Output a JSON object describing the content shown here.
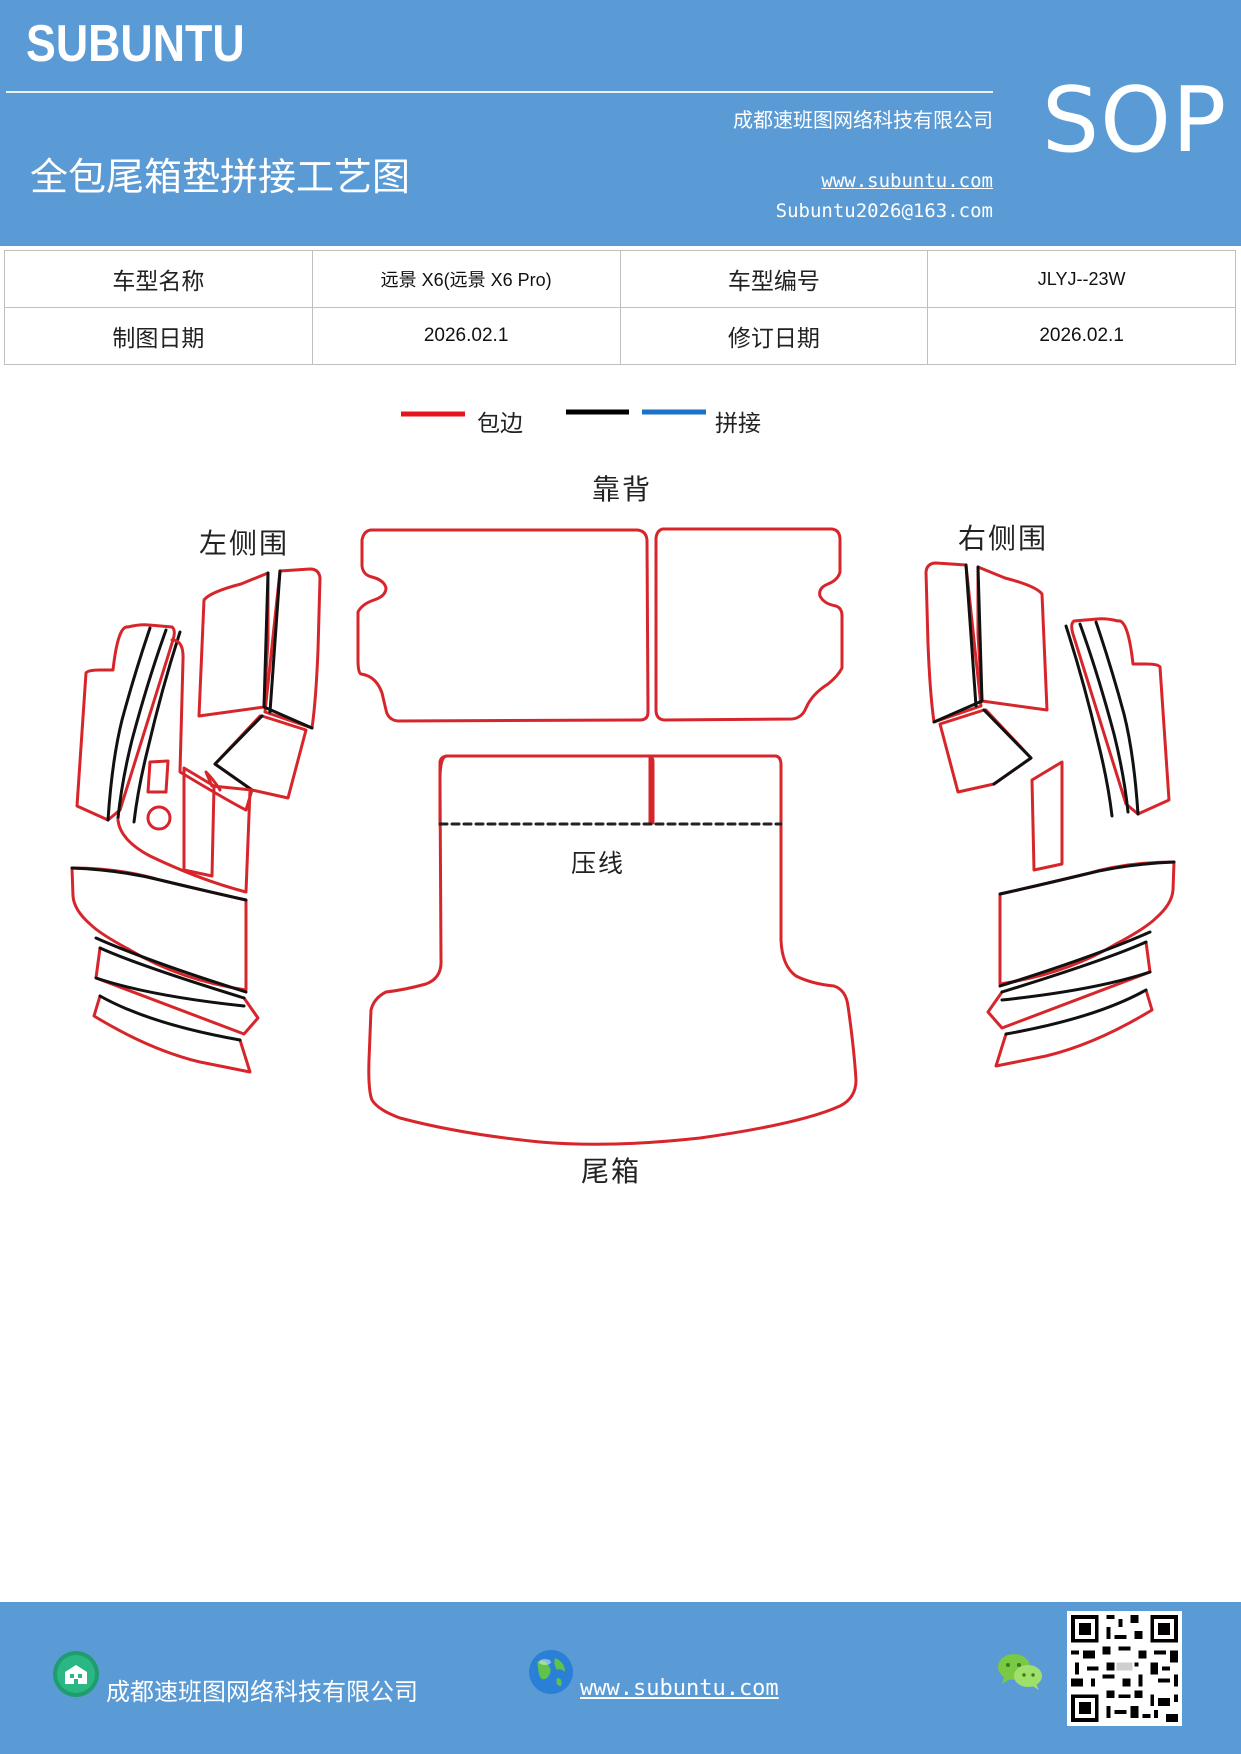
{
  "header": {
    "brand": "SUBUNTU",
    "company": "成都速班图网络科技有限公司",
    "title": "全包尾箱垫拼接工艺图",
    "website": "www.subuntu.com",
    "email": "Subuntu2026@163.com",
    "badge": "SOP"
  },
  "info_table": {
    "rows": [
      {
        "label1": "车型名称",
        "value1": "远景 X6(远景 X6 Pro)",
        "label2": "车型编号",
        "value2": "JLYJ--23W"
      },
      {
        "label1": "制图日期",
        "value1": "2026.02.1",
        "label2": "修订日期",
        "value2": "2026.02.1"
      }
    ]
  },
  "legend": {
    "edge_label": "包边",
    "splice_label": "拼接",
    "colors": {
      "edge": "#e8141b",
      "stitch": "#000000",
      "splice": "#1a73c6"
    }
  },
  "parts": {
    "backrest": "靠背",
    "left_side": "左侧围",
    "right_side": "右侧围",
    "crease": "压线",
    "trunk": "尾箱"
  },
  "footer": {
    "company": "成都速班图网络科技有限公司",
    "website": "www.subuntu.com",
    "icons": [
      "building-icon",
      "globe-icon",
      "wechat-icon",
      "qr-code"
    ]
  }
}
